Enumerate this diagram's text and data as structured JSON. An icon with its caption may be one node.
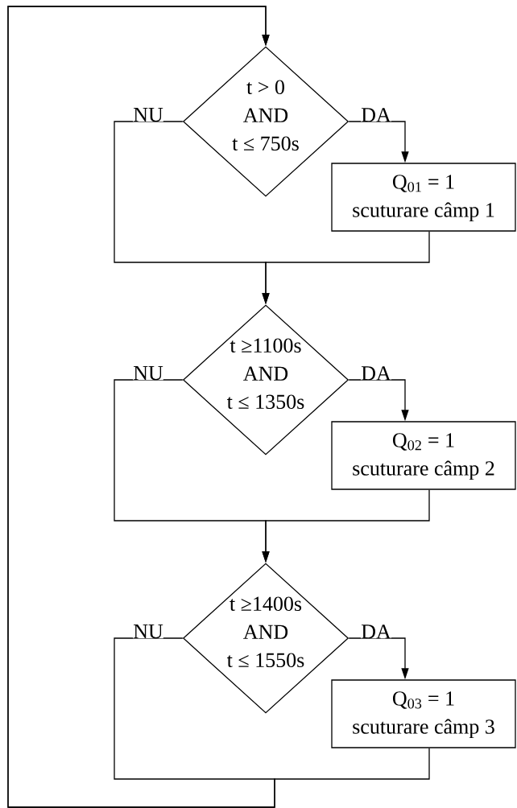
{
  "diagram": {
    "nodes": [
      {
        "text": [
          "t > 0",
          "AND",
          "t ≤ 750s"
        ]
      },
      {
        "text": [
          "Q$_{01}$ = 1",
          "scuturare câmp 1"
        ]
      },
      {
        "text": [
          "t ≥1100s",
          "AND",
          "t ≤ 1350s"
        ]
      },
      {
        "text": [
          "Q$_{02}$ = 1",
          "scuturare câmp 2"
        ]
      },
      {
        "text": [
          "t ≥1400s",
          "AND",
          "t ≤ 1550s"
        ]
      },
      {
        "text": [
          "Q$_{03}$ = 1",
          "scuturare câmp 3"
        ]
      }
    ],
    "edges": [
      {
        "from": 0,
        "to": 1,
        "arrow": "to",
        "label": "DA"
      },
      {
        "from": 0,
        "to": 2,
        "arrow": "to",
        "label": "NU"
      },
      {
        "from": 1,
        "to": 2,
        "arrow": "to"
      },
      {
        "from": 2,
        "to": 3,
        "arrow": "to",
        "label": "DA"
      },
      {
        "from": 2,
        "to": 4,
        "arrow": "to",
        "label": "NU"
      },
      {
        "from": 3,
        "to": 4,
        "arrow": "to"
      },
      {
        "from": 4,
        "to": 5,
        "arrow": "to",
        "label": "DA"
      },
      {
        "from": 4,
        "to": 0,
        "arrow": "to",
        "label": "NU"
      },
      {
        "from": 5,
        "to": 0,
        "arrow": "to"
      }
    ]
  }
}
